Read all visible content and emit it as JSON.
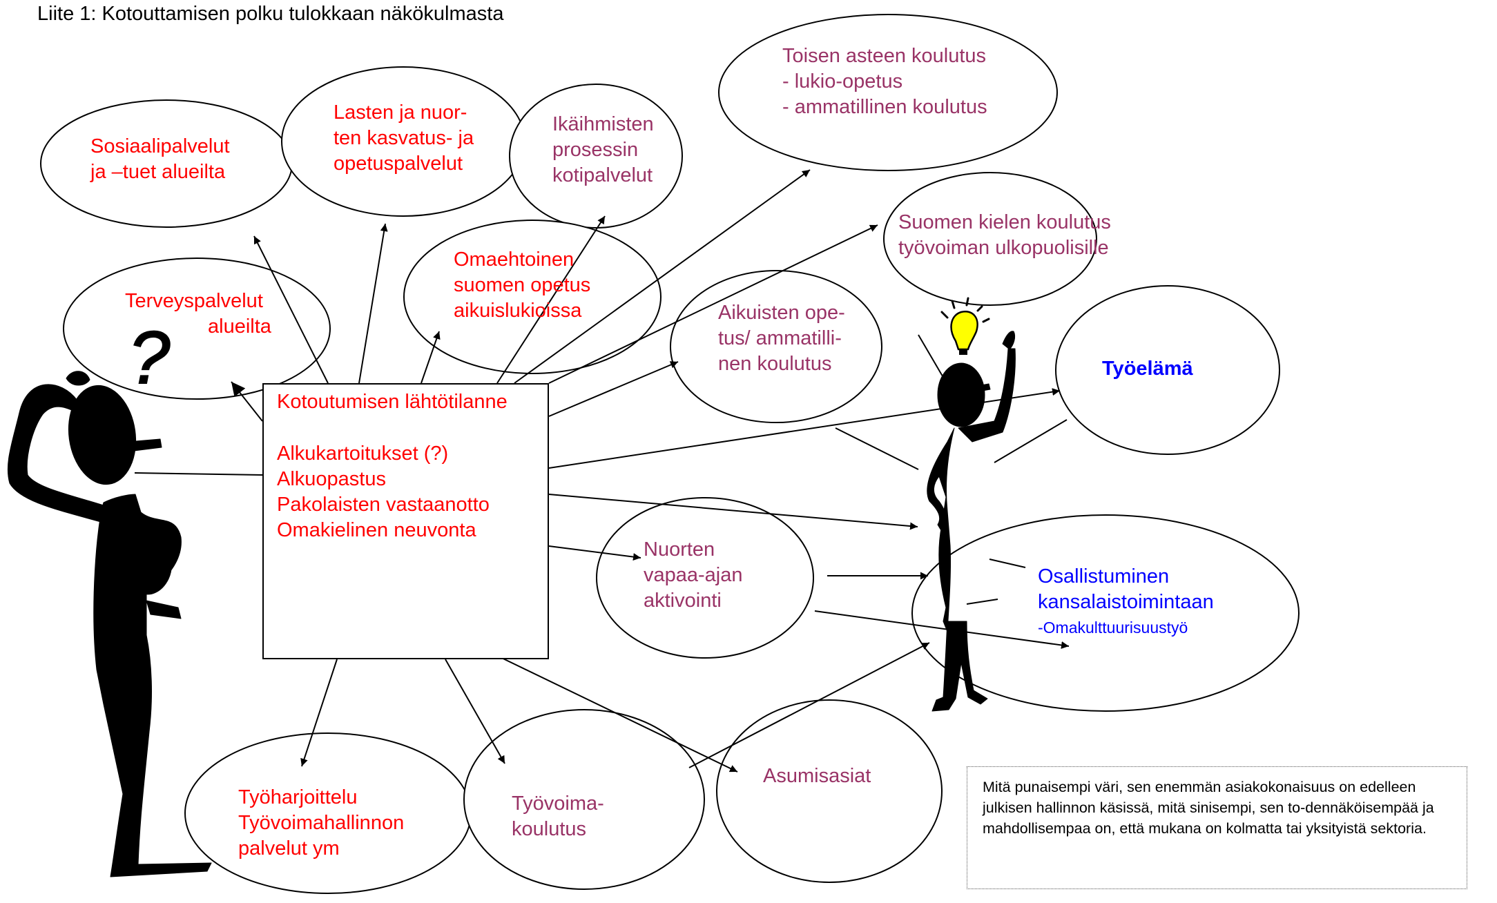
{
  "title": "Liite 1: Kotouttamisen polku tulokkaan näkökulmasta",
  "center_box": {
    "heading": "Kotoutumisen lähtötilanne",
    "items": [
      "Alkukartoitukset (?)",
      "Alkuopastus",
      "Pakolaisten vastaanotto",
      "Omakielinen neuvonta"
    ]
  },
  "nodes": {
    "sosiaali": [
      "Sosiaalipalvelut",
      "ja –tuet alueilta"
    ],
    "lasten": [
      "Lasten ja nuor-",
      "ten kasvatus- ja",
      "opetuspalvelut"
    ],
    "ikaihmiset": [
      "Ikäihmisten",
      "prosessin",
      "kotipalvelut"
    ],
    "toisen": [
      "Toisen asteen koulutus",
      "- lukio-opetus",
      "- ammatillinen koulutus"
    ],
    "suomen_kieli": [
      "Suomen kielen koulutus",
      "työvoiman ulkopuolisille"
    ],
    "terveys": [
      "Terveyspalvelut",
      "alueilta"
    ],
    "omaehtoinen": [
      "Omaehtoinen",
      "suomen opetus",
      "aikuislukioissa"
    ],
    "aikuisten": [
      "Aikuisten ope-",
      "tus/ ammatilli-",
      "nen koulutus"
    ],
    "tyoelama": "Työelämä",
    "nuorten": [
      "Nuorten",
      "vapaa-ajan",
      "aktivointi"
    ],
    "osallistuminen": [
      "Osallistuminen",
      "kansalaistoimintaan",
      "-Omakulttuurisuustyö"
    ],
    "tyoharjoittelu": [
      "Työharjoittelu",
      "Työvoimahallinnon",
      "palvelut ym"
    ],
    "tyovoima": [
      "Työvoima-",
      "koulutus"
    ],
    "asumis": "Asumisasiat"
  },
  "question_mark": "?",
  "legend_note": "Mitä punaisempi väri, sen enemmän asiakokonaisuus on edelleen julkisen hallinnon käsissä, mitä sinisempi, sen to-dennäköisempää ja mahdollisempaa on, että mukana on kolmatta tai yksityistä sektoria.",
  "colors": {
    "public": "#ff0000",
    "mixed": "#993366",
    "private": "#0000ff"
  }
}
